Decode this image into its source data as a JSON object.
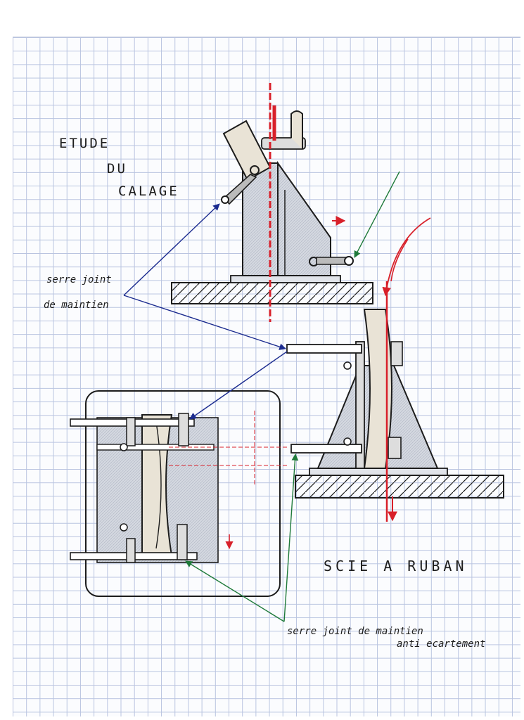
{
  "title_lines": [
    "ETUDE",
    "DU",
    "CALAGE"
  ],
  "labels": {
    "serre_joint_line1": "serre joint",
    "serre_joint_line2": "de maintien",
    "scie_a_ruban": "SCIE A RUBAN",
    "anti_ecartement_line1": "serre joint de maintien",
    "anti_ecartement_line2": "anti ecartement"
  },
  "colors": {
    "ink": "#1c1c1c",
    "pencil_shade": "#c7ccd6",
    "wood": "#e9e3d6",
    "blade_red": "#d8202a",
    "arrow_blue": "#1b2b8f",
    "arrow_green": "#1f7a3a",
    "grid": "#b9c4e0"
  }
}
